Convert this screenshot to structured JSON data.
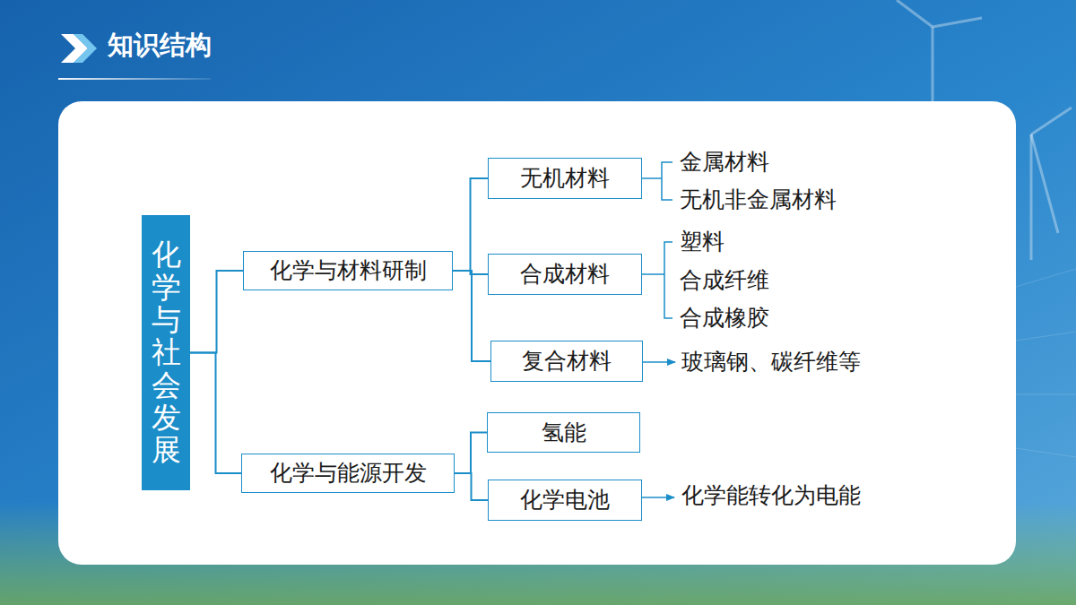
{
  "diagram": {
    "title": "知识结构",
    "nodes": [
      {
        "text": [
          "化学与社会发展"
        ]
      },
      {
        "text": [
          "化学与材料研制"
        ]
      },
      {
        "text": [
          "化学与能源开发"
        ]
      },
      {
        "text": [
          "无机材料"
        ]
      },
      {
        "text": [
          "合成材料"
        ]
      },
      {
        "text": [
          "复合材料"
        ]
      },
      {
        "text": [
          "氢能"
        ]
      },
      {
        "text": [
          "化学电池"
        ]
      }
    ],
    "edges": [
      {
        "from": 0,
        "to": 1,
        "arrow": "none"
      },
      {
        "from": 0,
        "to": 2,
        "arrow": "none"
      },
      {
        "from": 1,
        "to": 3,
        "arrow": "none"
      },
      {
        "from": 1,
        "to": 4,
        "arrow": "none"
      },
      {
        "from": 1,
        "to": 5,
        "arrow": "none"
      },
      {
        "from": 2,
        "to": 6,
        "arrow": "none"
      },
      {
        "from": 2,
        "to": 7,
        "arrow": "none"
      }
    ],
    "labels": [
      "金属材料",
      "无机非金属材料",
      "塑料",
      "合成纤维",
      "合成橡胶",
      "玻璃钢、碳纤维等",
      "化学能转化为电能"
    ]
  }
}
